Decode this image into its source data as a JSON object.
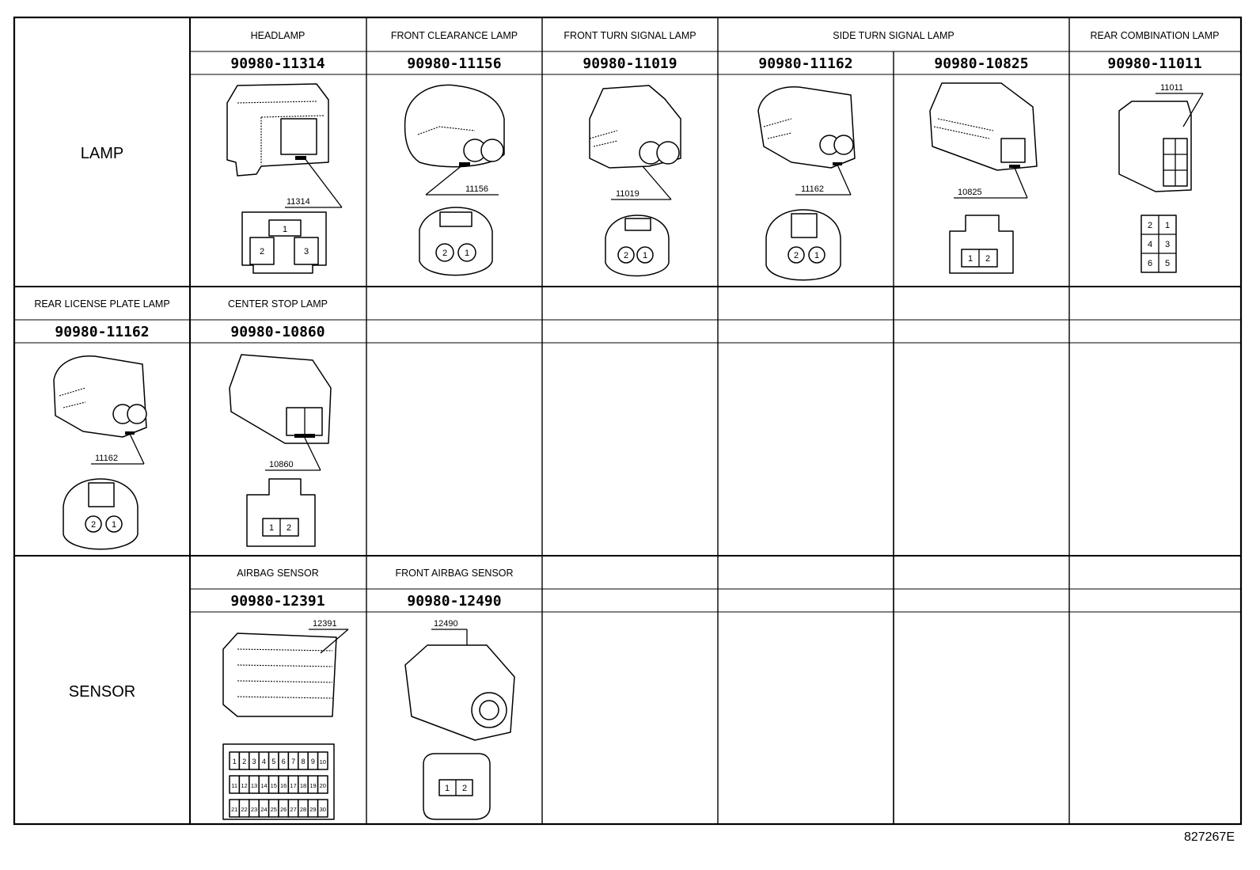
{
  "figure_id": "827267E",
  "sections": [
    {
      "label": "LAMP",
      "rows": [
        [
          {
            "title": "HEADLAMP",
            "part": "90980-11314",
            "callout": "11314",
            "pins": [
              "1",
              "2",
              "3"
            ]
          },
          {
            "title": "FRONT CLEARANCE LAMP",
            "part": "90980-11156",
            "callout": "11156",
            "pins": [
              "2",
              "1"
            ]
          },
          {
            "title": "FRONT TURN SIGNAL LAMP",
            "part": "90980-11019",
            "callout": "11019",
            "pins": [
              "2",
              "1"
            ]
          },
          {
            "title": "SIDE TURN SIGNAL LAMP",
            "part": "90980-11162",
            "callout": "11162",
            "pins": [
              "2",
              "1"
            ]
          },
          {
            "title": "",
            "part": "90980-10825",
            "callout": "10825",
            "pins": [
              "1",
              "2"
            ]
          },
          {
            "title": "REAR COMBINATION LAMP",
            "part": "90980-11011",
            "callout": "11011",
            "pins": [
              "2",
              "1",
              "4",
              "3",
              "6",
              "5"
            ]
          }
        ],
        [
          {
            "title": "REAR LICENSE PLATE LAMP",
            "part": "90980-11162",
            "callout": "11162",
            "pins": [
              "2",
              "1"
            ]
          },
          {
            "title": "CENTER STOP LAMP",
            "part": "90980-10860",
            "callout": "10860",
            "pins": [
              "1",
              "2"
            ]
          }
        ]
      ]
    },
    {
      "label": "SENSOR",
      "rows": [
        [
          {
            "title": "AIRBAG SENSOR",
            "part": "90980-12391",
            "callout": "12391",
            "pins": [
              "1",
              "2",
              "3",
              "4",
              "5",
              "6",
              "7",
              "8",
              "9",
              "10",
              "11",
              "12",
              "13",
              "14",
              "15",
              "16",
              "17",
              "18",
              "19",
              "20",
              "21",
              "22",
              "23",
              "24",
              "25",
              "26",
              "27",
              "28",
              "29",
              "30"
            ]
          },
          {
            "title": "FRONT AIRBAG SENSOR",
            "part": "90980-12490",
            "callout": "12490",
            "pins": [
              "1",
              "2"
            ]
          }
        ]
      ]
    }
  ]
}
